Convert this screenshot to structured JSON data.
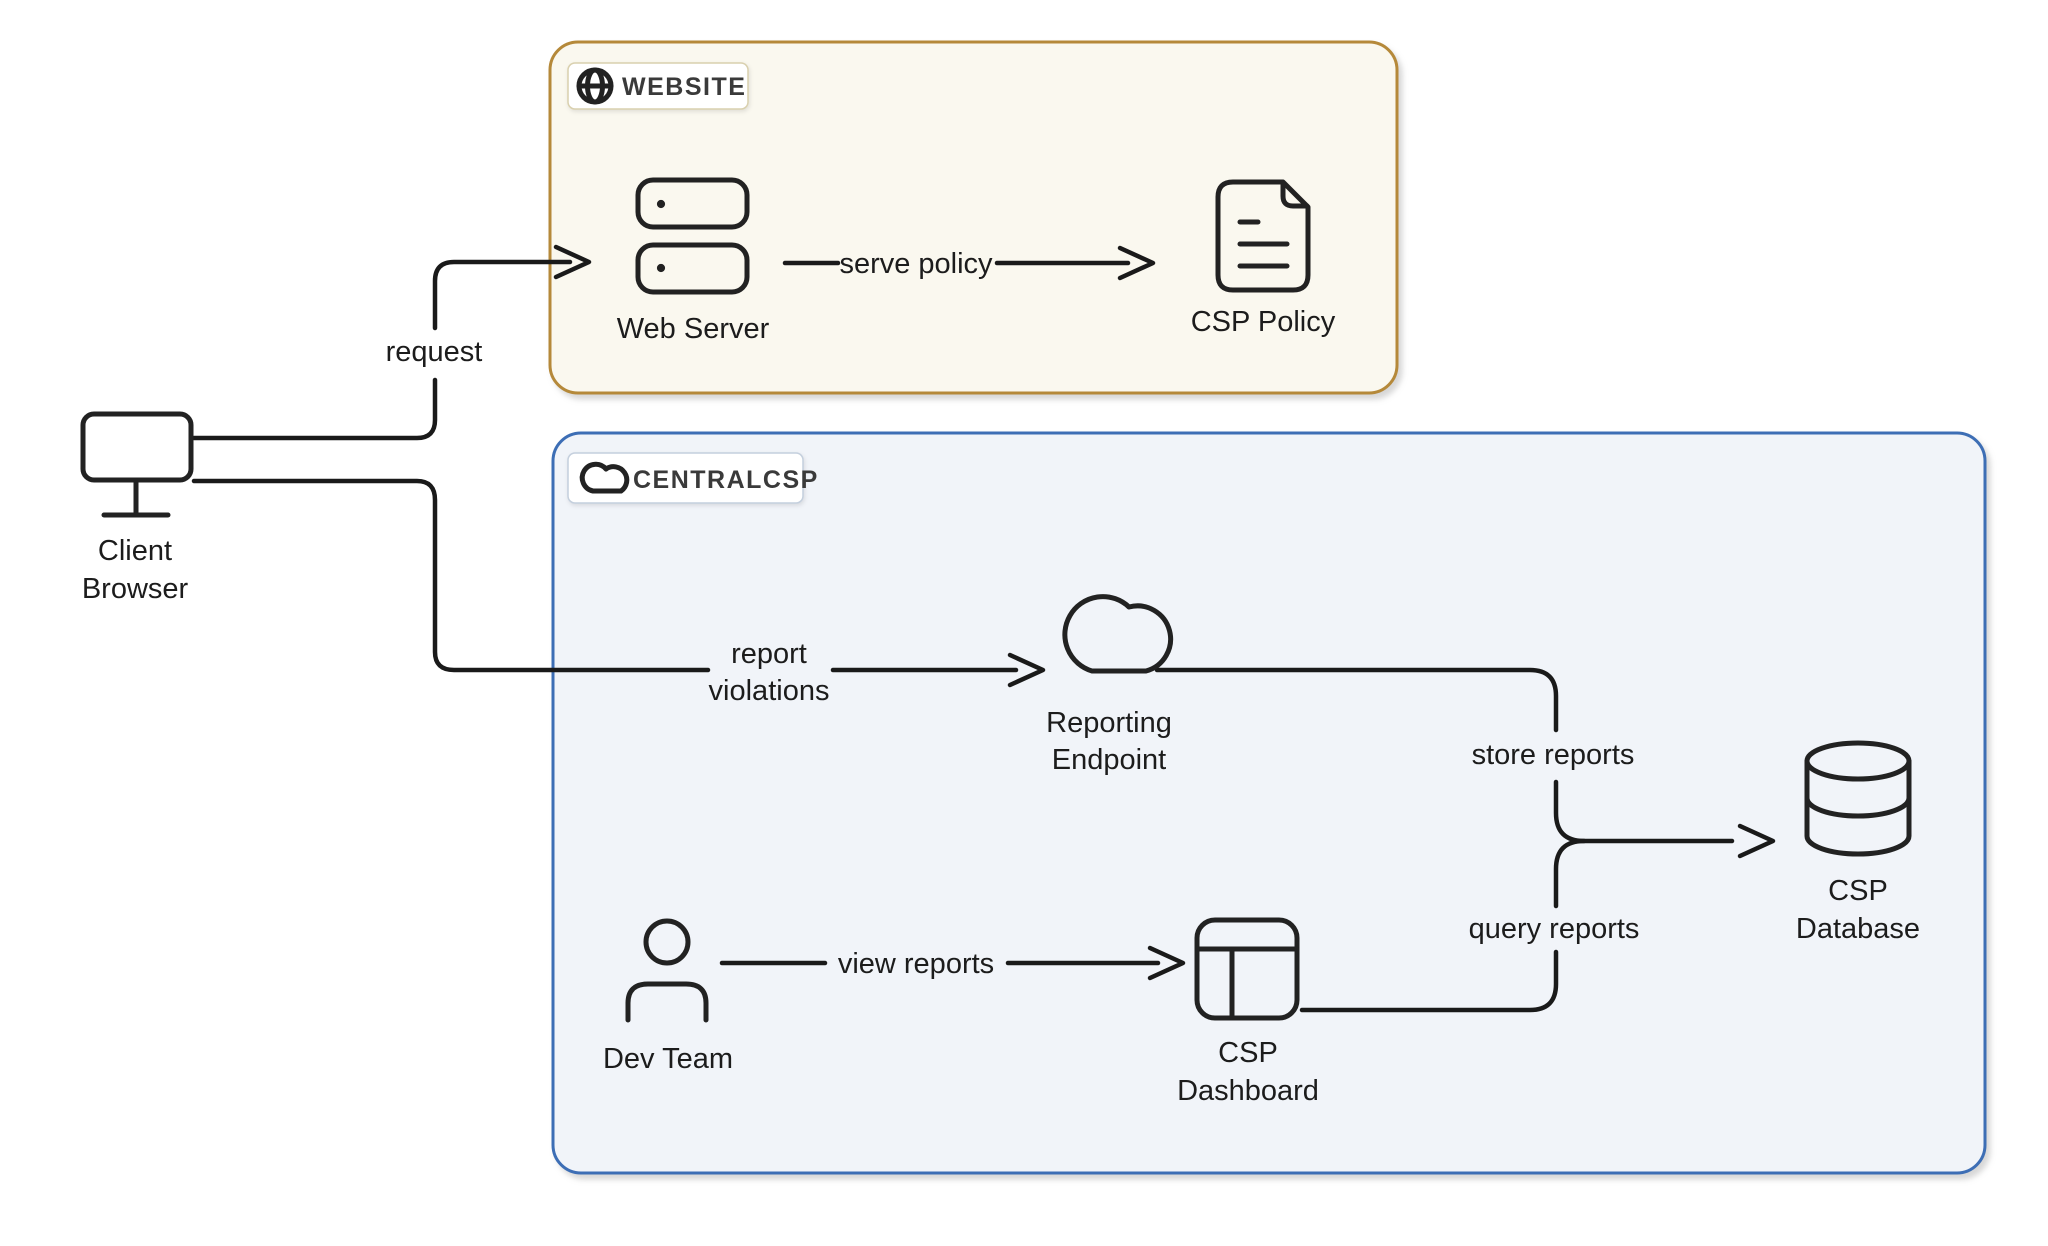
{
  "diagram": {
    "groups": {
      "website": {
        "label": "WEBSITE",
        "icon": "globe-icon",
        "border_color": "#b5893a",
        "fill_color": "#faf8ef",
        "badge_border": "#d9d0ae",
        "badge_fill": "#ffffff"
      },
      "centralcsp": {
        "label": "CENTRALCSP",
        "icon": "cloud-icon",
        "border_color": "#3d6eb5",
        "fill_color": "#f1f4f9",
        "badge_border": "#c4cfdd",
        "badge_fill": "#ffffff"
      }
    },
    "nodes": {
      "client_browser": {
        "label_line1": "Client",
        "label_line2": "Browser",
        "icon": "monitor-icon"
      },
      "web_server": {
        "label": "Web Server",
        "icon": "server-icon"
      },
      "csp_policy": {
        "label": "CSP Policy",
        "icon": "document-icon"
      },
      "reporting_endpoint": {
        "label_line1": "Reporting",
        "label_line2": "Endpoint",
        "icon": "cloud-icon"
      },
      "dev_team": {
        "label": "Dev Team",
        "icon": "person-icon"
      },
      "csp_dashboard": {
        "label_line1": "CSP",
        "label_line2": "Dashboard",
        "icon": "dashboard-layout-icon"
      },
      "csp_database": {
        "label_line1": "CSP",
        "label_line2": "Database",
        "icon": "database-cylinder-icon"
      }
    },
    "edges": {
      "request": {
        "label": "request",
        "from": "client_browser",
        "to": "web_server"
      },
      "serve_policy": {
        "label": "serve policy",
        "from": "web_server",
        "to": "csp_policy"
      },
      "report_violations": {
        "label_line1": "report",
        "label_line2": "violations",
        "from": "client_browser",
        "to": "reporting_endpoint"
      },
      "store_reports": {
        "label": "store reports",
        "from": "reporting_endpoint",
        "to": "csp_database"
      },
      "view_reports": {
        "label": "view reports",
        "from": "dev_team",
        "to": "csp_dashboard"
      },
      "query_reports": {
        "label": "query reports",
        "from": "csp_dashboard",
        "to": "csp_database"
      }
    },
    "line_color": "#1a1a1a",
    "text_color": "#1c1c1c"
  }
}
